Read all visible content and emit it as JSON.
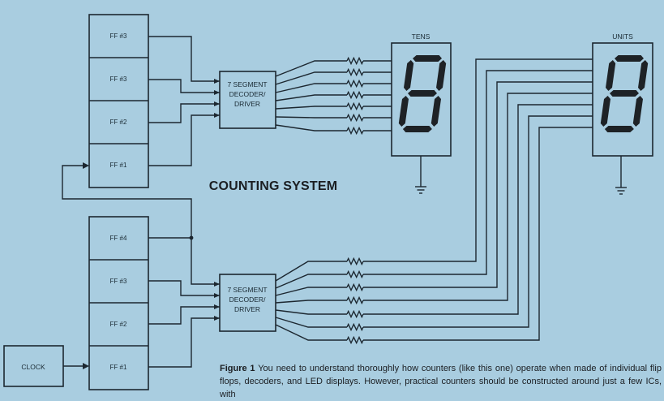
{
  "title": "COUNTING SYSTEM",
  "tens_label": "TENS",
  "units_label": "UNITS",
  "clock_label": "CLOCK",
  "decoder_label": [
    "7 SEGMENT",
    "DECODER/",
    "DRIVER"
  ],
  "tens_ffs": [
    "FF #3",
    "FF #3",
    "FF #2",
    "FF #1"
  ],
  "units_ffs": [
    "FF #4",
    "FF #3",
    "FF #2",
    "FF #1"
  ],
  "caption_lead": "Figure 1",
  "caption_text": "You need to understand thoroughly how counters (like this one) operate when made of individual flip flops, decoders, and LED displays. However, practical counters should be constructed around just a few ICs, with"
}
